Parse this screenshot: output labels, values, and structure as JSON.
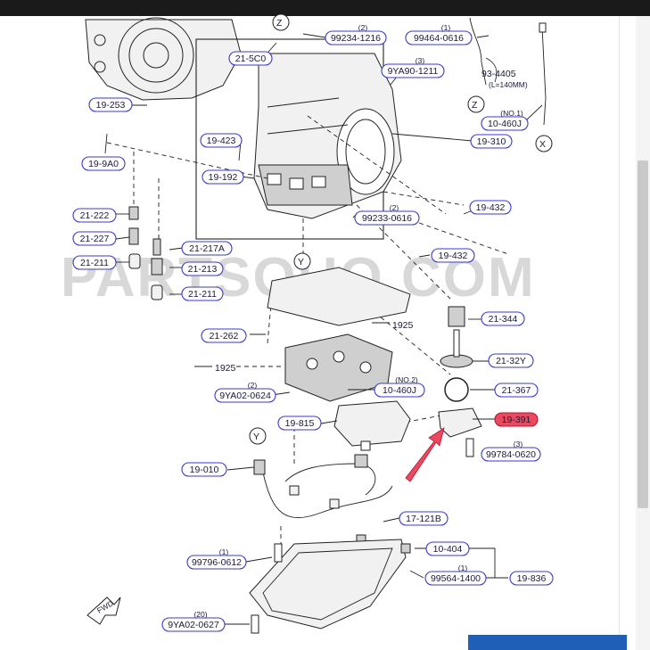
{
  "watermark": "PARTSOUQ.COM",
  "callouts": [
    {
      "id": "c1",
      "text": "99234-1216",
      "top": "(2)",
      "highlight": false
    },
    {
      "id": "c2",
      "text": "99464-0616",
      "top": "(1)",
      "highlight": false
    },
    {
      "id": "c3",
      "text": "21-5C0",
      "top": "",
      "highlight": false
    },
    {
      "id": "c4",
      "text": "9YA90-1211",
      "top": "(3)",
      "highlight": false
    },
    {
      "id": "c5",
      "text": "19-253",
      "top": "",
      "highlight": false
    },
    {
      "id": "c6",
      "text": "10-460J",
      "top": "(NO.1)",
      "highlight": false
    },
    {
      "id": "c7",
      "text": "19-423",
      "top": "",
      "highlight": false
    },
    {
      "id": "c8",
      "text": "19-310",
      "top": "",
      "highlight": false
    },
    {
      "id": "c9",
      "text": "19-9A0",
      "top": "",
      "highlight": false
    },
    {
      "id": "c10",
      "text": "19-192",
      "top": "",
      "highlight": false
    },
    {
      "id": "c11",
      "text": "99233-0616",
      "top": "(2)",
      "highlight": false
    },
    {
      "id": "c12",
      "text": "19-432",
      "top": "",
      "highlight": false
    },
    {
      "id": "c13",
      "text": "21-222",
      "top": "",
      "highlight": false
    },
    {
      "id": "c14",
      "text": "21-227",
      "top": "",
      "highlight": false
    },
    {
      "id": "c15",
      "text": "21-217A",
      "top": "",
      "highlight": false
    },
    {
      "id": "c16",
      "text": "19-432",
      "top": "",
      "highlight": false
    },
    {
      "id": "c17",
      "text": "21-211",
      "top": "",
      "highlight": false
    },
    {
      "id": "c18",
      "text": "21-213",
      "top": "",
      "highlight": false
    },
    {
      "id": "c19",
      "text": "21-211",
      "top": "",
      "highlight": false
    },
    {
      "id": "c20",
      "text": "21-344",
      "top": "",
      "highlight": false
    },
    {
      "id": "c21",
      "text": "21-262",
      "top": "",
      "highlight": false
    },
    {
      "id": "c22",
      "text": "21-32Y",
      "top": "",
      "highlight": false
    },
    {
      "id": "c23",
      "text": "10-460J",
      "top": "(NO.2)",
      "highlight": false
    },
    {
      "id": "c24",
      "text": "9YA02-0624",
      "top": "(2)",
      "highlight": false
    },
    {
      "id": "c25",
      "text": "21-367",
      "top": "",
      "highlight": false
    },
    {
      "id": "c26",
      "text": "19-815",
      "top": "",
      "highlight": false
    },
    {
      "id": "c27",
      "text": "19-391",
      "top": "",
      "highlight": true
    },
    {
      "id": "c28",
      "text": "99784-0620",
      "top": "(3)",
      "highlight": false
    },
    {
      "id": "c29",
      "text": "19-010",
      "top": "",
      "highlight": false
    },
    {
      "id": "c30",
      "text": "17-121B",
      "top": "",
      "highlight": false
    },
    {
      "id": "c31",
      "text": "10-404",
      "top": "",
      "highlight": false
    },
    {
      "id": "c32",
      "text": "99796-0612",
      "top": "(1)",
      "highlight": false
    },
    {
      "id": "c33",
      "text": "99564-1400",
      "top": "(1)",
      "highlight": false
    },
    {
      "id": "c34",
      "text": "19-836",
      "top": "",
      "highlight": false
    },
    {
      "id": "c35",
      "text": "9YA02-0627",
      "top": "(20)",
      "highlight": false
    }
  ],
  "refs": {
    "z1": "Z",
    "z2": "Z",
    "x": "X",
    "y1": "Y",
    "y2": "Y",
    "cover_a": "1925",
    "cover_b": "1925",
    "hose_code": "93-4405",
    "hose_len": "(L=140MM)",
    "fwd": "FWD"
  }
}
